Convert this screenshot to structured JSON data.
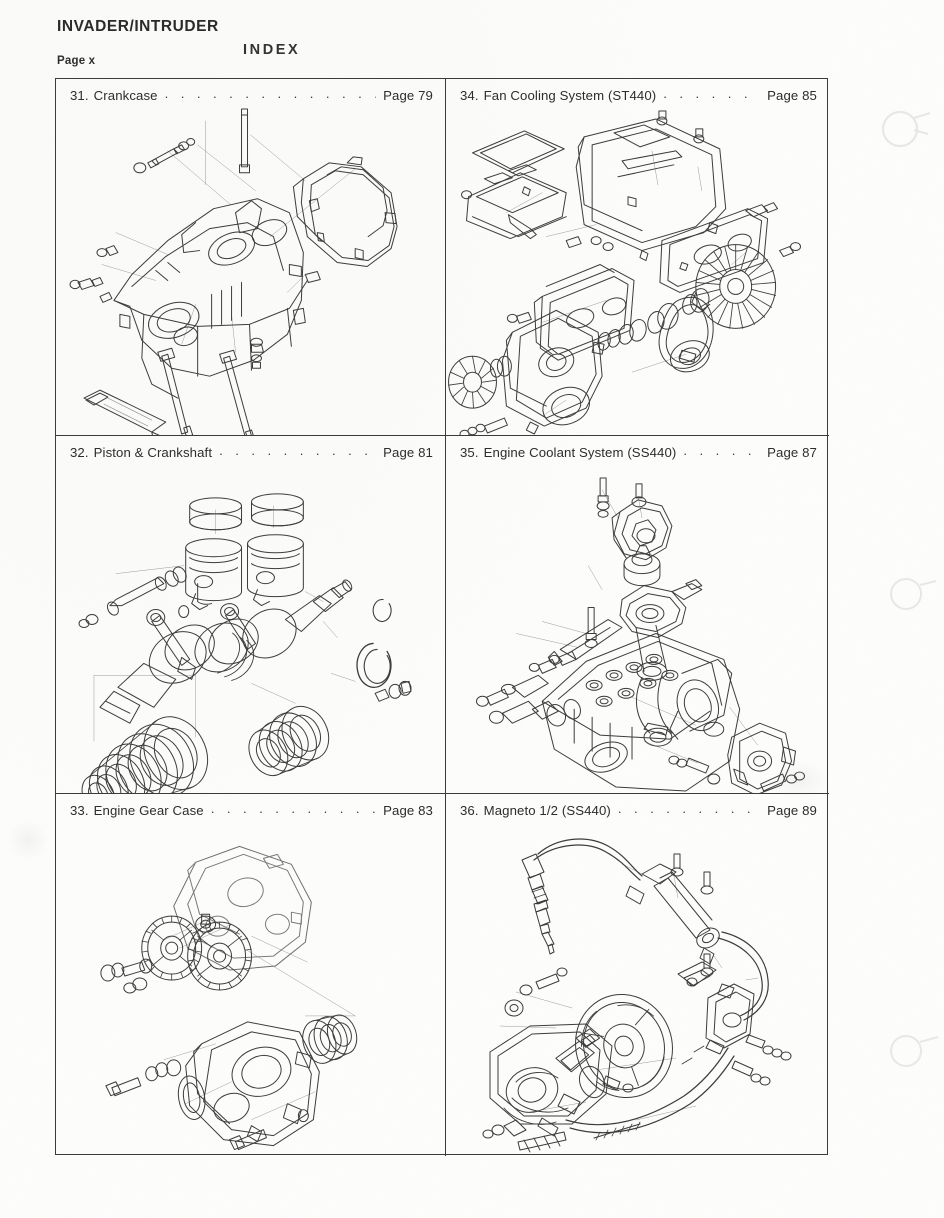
{
  "header": {
    "manual_title": "INVADER/INTRUDER",
    "section_label": "INDEX",
    "page_label": "Page x"
  },
  "index": {
    "leader_dots": ". . . . . . . . . . . . . . . . . . . . . . . . . . . . . . . . . . . . . . . . . . . . . . . . .",
    "entries": [
      {
        "number": "31.",
        "title": "Crankcase",
        "page": "Page 79",
        "illustration": "crankcase-exploded-view",
        "column": 1,
        "row": 1
      },
      {
        "number": "34.",
        "title": "Fan Cooling System (ST440)",
        "page": "Page 85",
        "illustration": "fan-cooling-system-exploded-view",
        "column": 2,
        "row": 1
      },
      {
        "number": "32.",
        "title": "Piston & Crankshaft",
        "page": "Page 81",
        "illustration": "piston-crankshaft-exploded-view",
        "column": 1,
        "row": 2
      },
      {
        "number": "35.",
        "title": "Engine Coolant System (SS440)",
        "page": "Page 87",
        "illustration": "engine-coolant-system-exploded-view",
        "column": 2,
        "row": 2
      },
      {
        "number": "33.",
        "title": "Engine Gear Case",
        "page": "Page 83",
        "illustration": "engine-gear-case-exploded-view",
        "column": 1,
        "row": 3
      },
      {
        "number": "36.",
        "title": "Magneto 1/2 (SS440)",
        "page": "Page 89",
        "illustration": "magneto-exploded-view",
        "column": 2,
        "row": 3
      }
    ]
  },
  "colors": {
    "ink": "#2d2d2d",
    "rule": "#3b3b3b",
    "line_art": "#3a3a3a",
    "paper": "#fdfdfc"
  }
}
